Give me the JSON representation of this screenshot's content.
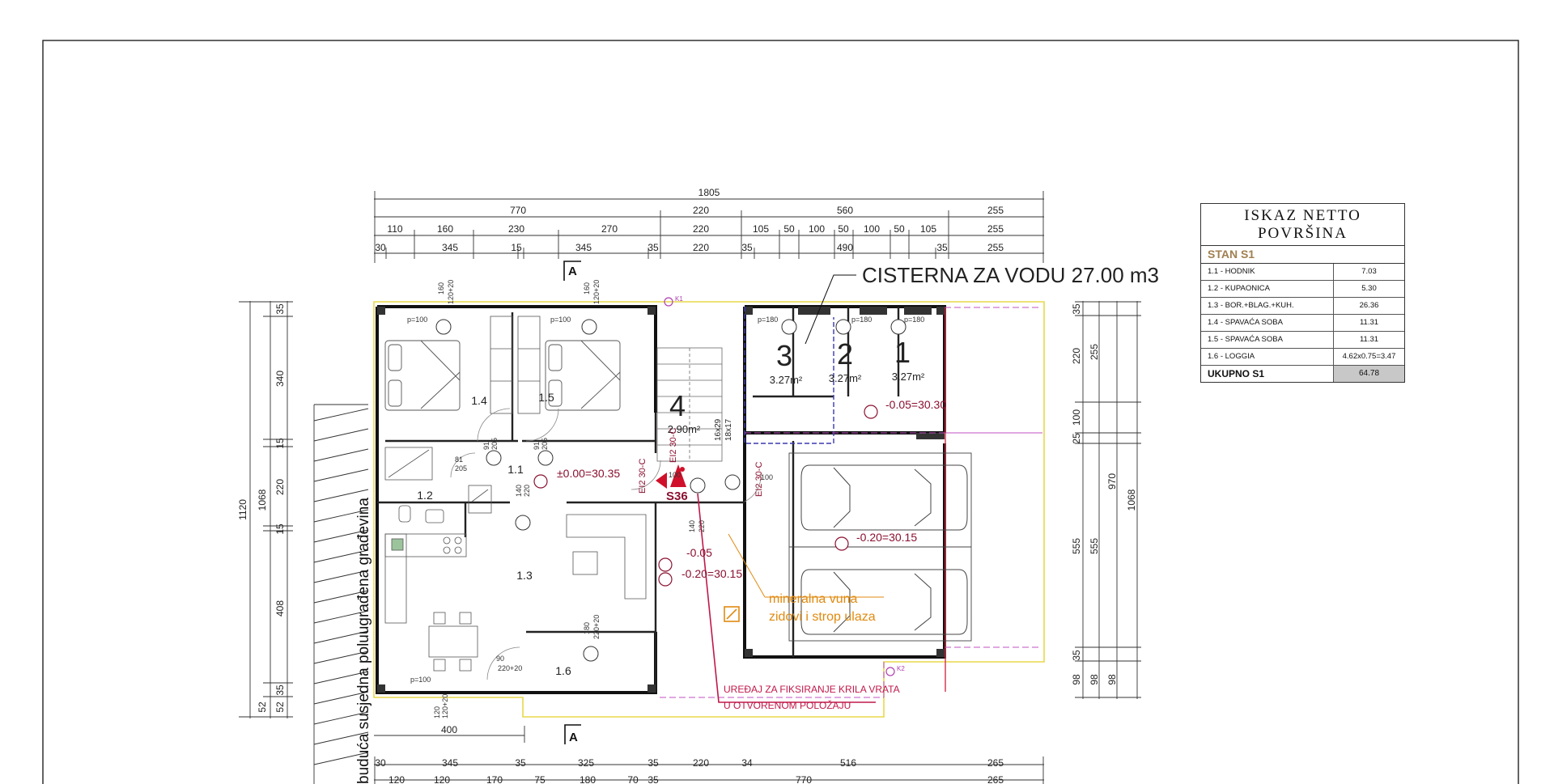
{
  "drawing": {
    "cistern_label": "CISTERNA ZA VODU 27.00 m3",
    "section_marker": "A",
    "neighbor_label": "buduća susjedna poluugrađena građevina",
    "mineral_wool_line1": "mineralna vuna",
    "mineral_wool_line2": "zidovi i strop ulaza",
    "door_device_line1": "UREĐAJ ZA FIKSIRANJE KRILA VRATA",
    "door_device_line2": "U OTVORENOM POLOŽAJU",
    "elev_main": "±0.00=30.35",
    "elev_storage": "-0.05=30.30",
    "elev_garage": "-0.20=30.15",
    "elev_entry": "-0.20=30.15",
    "elev_step": "-0.05",
    "door_code": "EI2 30-C",
    "entrance_code": "S36",
    "stair_note_a": "16x29",
    "stair_note_b": "18x17",
    "markers": [
      "K1",
      "K2"
    ],
    "rooms": [
      {
        "id": "1.1",
        "label": "1.1"
      },
      {
        "id": "1.2",
        "label": "1.2"
      },
      {
        "id": "1.3",
        "label": "1.3"
      },
      {
        "id": "1.4",
        "label": "1.4"
      },
      {
        "id": "1.5",
        "label": "1.5"
      },
      {
        "id": "1.6",
        "label": "1.6"
      }
    ],
    "storages": [
      {
        "num": "3",
        "area": "3.27m²"
      },
      {
        "num": "2",
        "area": "3.27m²"
      },
      {
        "num": "1",
        "area": "3.27m²"
      },
      {
        "num": "4",
        "area": "2.90m²"
      }
    ],
    "dims_top": {
      "overall": "1805",
      "row1": [
        "770",
        "220",
        "560",
        "255"
      ],
      "row2": [
        "110",
        "160",
        "230",
        "270",
        "220",
        "105",
        "50",
        "100",
        "50",
        "100",
        "50",
        "105",
        "255"
      ],
      "row3": [
        "30",
        "345",
        "15",
        "345",
        "35",
        "220",
        "35",
        "490",
        "35",
        "255"
      ]
    },
    "dims_bottom": {
      "row1": [
        "30",
        "345",
        "35",
        "325",
        "35",
        "220",
        "34",
        "516",
        "265"
      ],
      "row2": [
        "120",
        "120",
        "170",
        "75",
        "180",
        "70",
        "35",
        "770",
        "265"
      ],
      "single": "400"
    },
    "dims_left": {
      "overall": "1120",
      "mid": "1068",
      "parts": [
        "35",
        "340",
        "15",
        "220",
        "15",
        "408",
        "35",
        "52"
      ],
      "alt": "52"
    },
    "dims_right": {
      "overall": "1068",
      "a": "970",
      "parts": [
        "35",
        "220",
        "255",
        "100",
        "25",
        "555",
        "35",
        "98"
      ]
    },
    "window_labels": [
      "160",
      "120+20",
      "p=100",
      "91",
      "205",
      "81",
      "205",
      "140",
      "220",
      "180",
      "220+20",
      "90",
      "220+20",
      "p=180",
      "100",
      "120",
      "120+20"
    ]
  },
  "table": {
    "title_line1": "ISKAZ NETTO",
    "title_line2": "POVRŠINA",
    "subtitle": "STAN S1",
    "rows": [
      {
        "label": "1.1 - HODNIK",
        "value": "7.03"
      },
      {
        "label": "1.2 - KUPAONICA",
        "value": "5.30"
      },
      {
        "label": "1.3 - BOR.+BLAG.+KUH.",
        "value": "26.36"
      },
      {
        "label": "1.4 - SPAVAĆA SOBA",
        "value": "11.31"
      },
      {
        "label": "1.5 - SPAVAĆA SOBA",
        "value": "11.31"
      },
      {
        "label": "1.6 - LOGGIA",
        "value": "4.62x0.75=3.47"
      }
    ],
    "total_label": "UKUPNO S1",
    "total_value": "64.78"
  }
}
